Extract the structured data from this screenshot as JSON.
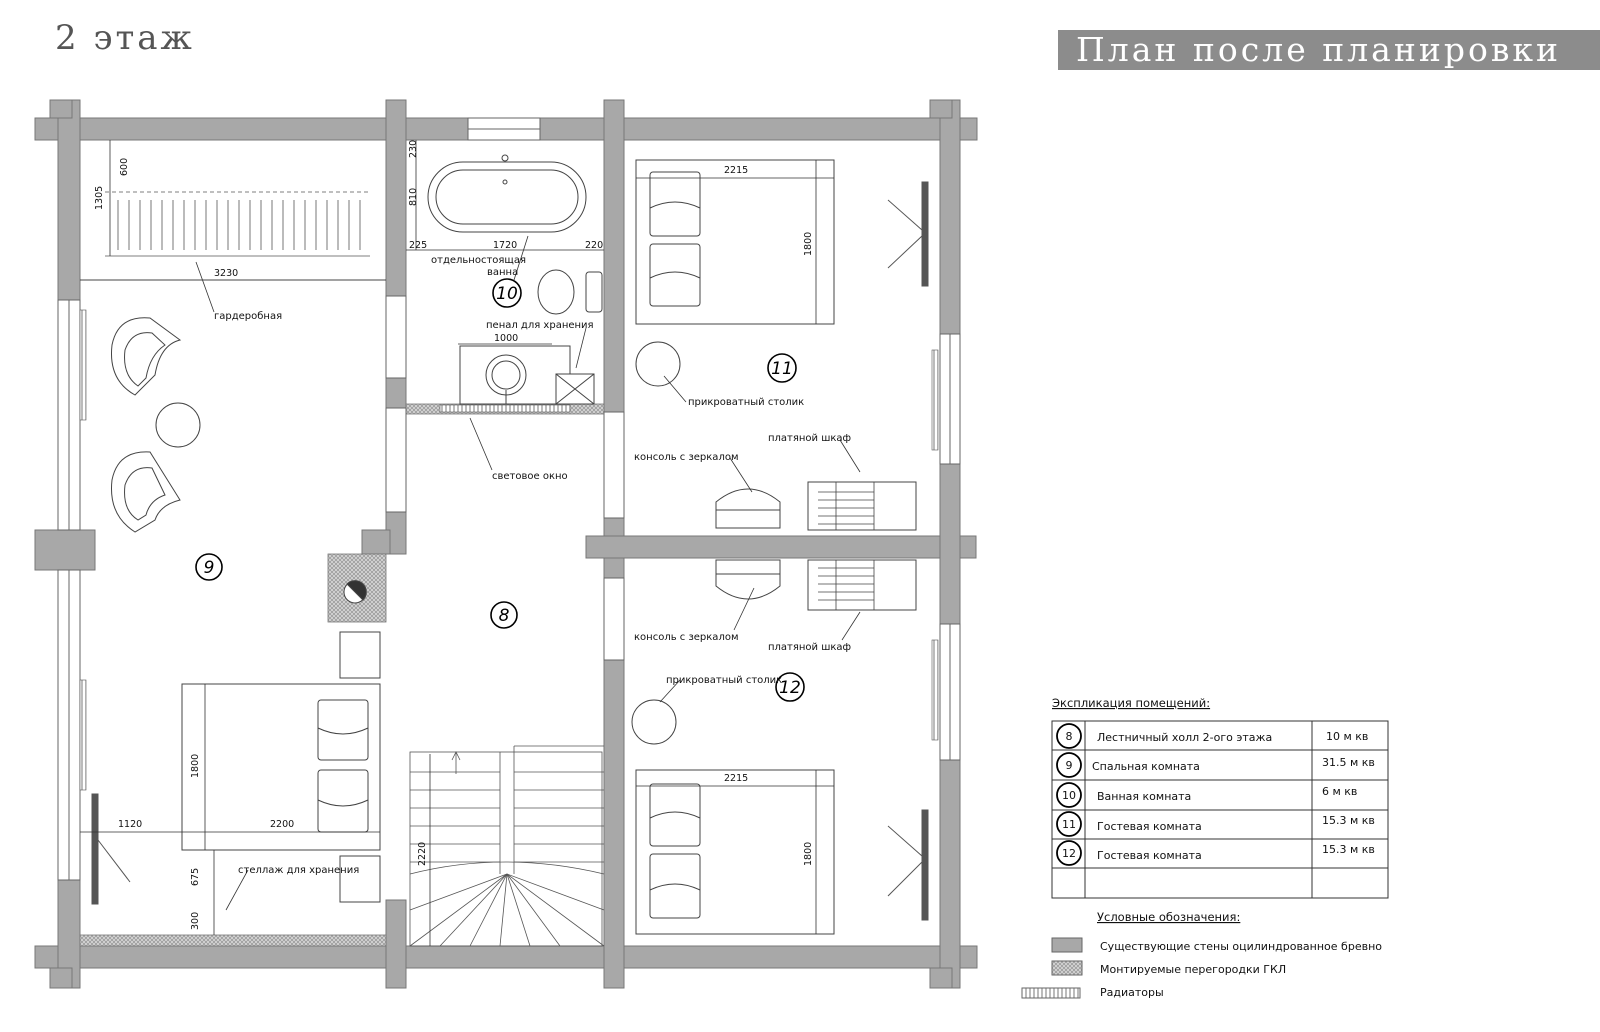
{
  "header": {
    "floor_label": "2 этаж",
    "plan_title": "План после планировки"
  },
  "rooms": [
    {
      "number": "8"
    },
    {
      "number": "9"
    },
    {
      "number": "10"
    },
    {
      "number": "11"
    },
    {
      "number": "12"
    }
  ],
  "labels": {
    "wardrobe": "гардеробная",
    "bath_1": "отдельностоящая",
    "bath_2": "ванна",
    "storage_case": "пенал для хранения",
    "skylight": "световое окно",
    "nightstand": "прикроватный столик",
    "console": "консоль с зеркалом",
    "closet": "платяной шкаф",
    "storage_rack": "стеллаж для хранения"
  },
  "dimensions": {
    "d600": "600",
    "d1305": "1305",
    "d3230": "3230",
    "d230": "230",
    "d810": "810",
    "d225": "225",
    "d1720": "1720",
    "d220": "220",
    "d1000": "1000",
    "d2215": "2215",
    "d1800": "1800",
    "d1120": "1120",
    "d2200": "2200",
    "d675": "675",
    "d300": "300",
    "d2220": "2220"
  },
  "explication": {
    "title": "Экспликация помещений:",
    "rows": [
      {
        "num": "8",
        "name": "Лестничный холл 2-ого этажа",
        "area": "10 м кв"
      },
      {
        "num": "9",
        "name": "Спальная комната",
        "area": "31.5 м кв"
      },
      {
        "num": "10",
        "name": "Ванная комната",
        "area": "6 м кв"
      },
      {
        "num": "11",
        "name": "Гостевая комната",
        "area": "15.3 м кв"
      },
      {
        "num": "12",
        "name": "Гостевая комната",
        "area": "15.3 м кв"
      }
    ]
  },
  "legend": {
    "title": "Условные обозначения:",
    "items": [
      {
        "label": "Существующие стены оцилиндрованное бревно"
      },
      {
        "label": "Монтируемые перегородки ГКЛ"
      },
      {
        "label": "Радиаторы"
      }
    ]
  },
  "colors": {
    "wall": "#a8a8a8",
    "wall_stroke": "#6e6e6e",
    "line": "#333333",
    "title_bar": "#8c8c8c"
  }
}
